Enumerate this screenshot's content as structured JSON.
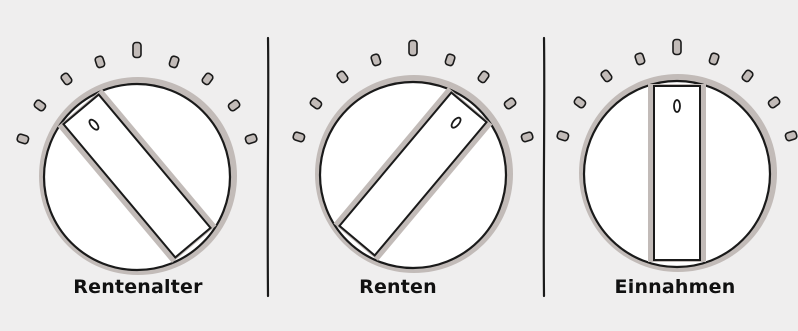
{
  "knobs": [
    {
      "label": "Rentenalter",
      "setting": "right-lowered"
    },
    {
      "label": "Renten",
      "setting": "left-lowered"
    },
    {
      "label": "Einnahmen",
      "setting": "middle"
    }
  ],
  "tick_count": 9,
  "colors": {
    "background": "#efeeee",
    "ink": "#1a1a1a",
    "shadow": "#c2bbb8",
    "knob_fill": "#ffffff"
  }
}
